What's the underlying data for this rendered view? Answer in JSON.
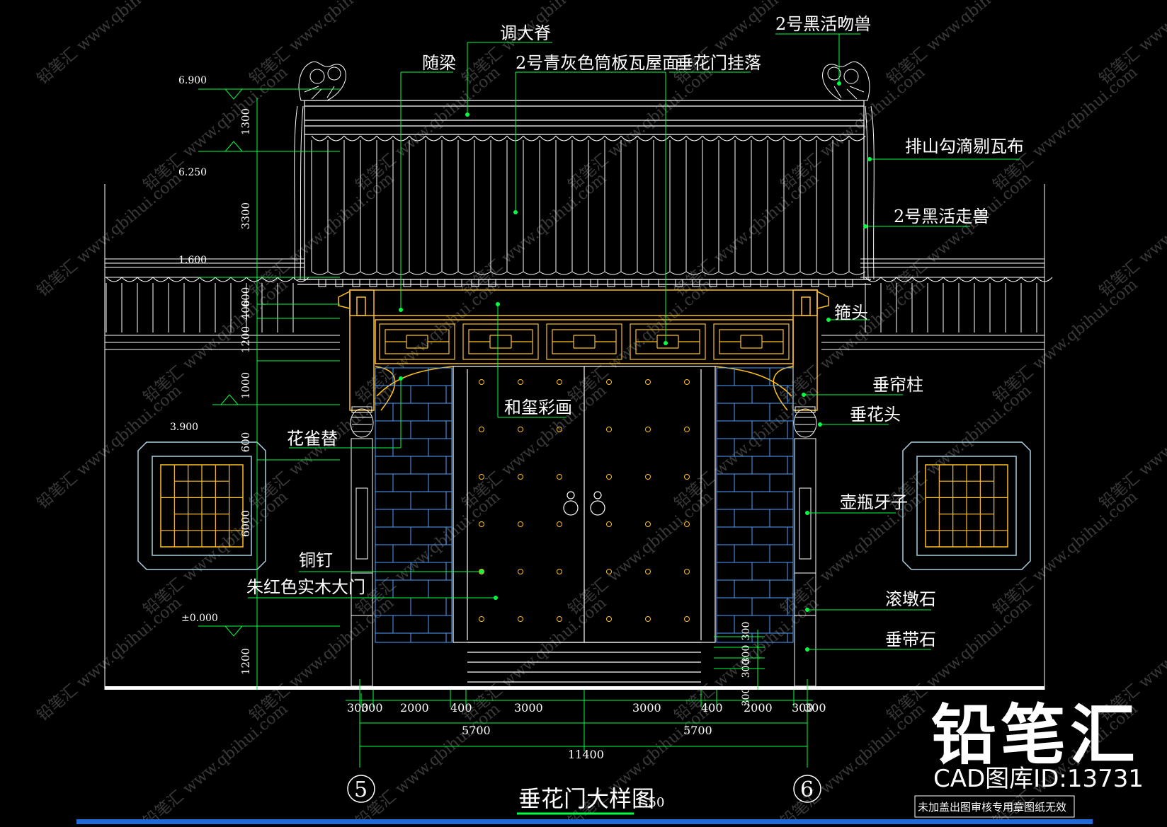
{
  "title": "垂花门大样图",
  "title_scale": "1:50",
  "watermark": {
    "brand": "铅笔汇",
    "id_text": "CAD图库ID:13731",
    "footer_note": "未加盖出图审核专用章图纸无效",
    "tile_cn": "铅笔汇",
    "tile_url": "www.qbihui.com"
  },
  "callouts": {
    "ridge": "调大脊",
    "beam": "随梁",
    "roof": "2号青灰色筒板瓦屋面",
    "hanging": "垂花门挂落",
    "beast_left": "2号黑活吻兽",
    "eave_tile": "排山勾滴剔瓦布",
    "walking_beast": "2号黑活走兽",
    "beam_head": "箍头",
    "post": "垂帘柱",
    "flower_head": "垂花头",
    "painting": "和玺彩画",
    "bracket": "花雀替",
    "vase": "壶瓶牙子",
    "nail": "铜钉",
    "door": "朱红色实木大门",
    "drum_stone": "滚墩石",
    "curb_stone": "垂带石"
  },
  "elevations": [
    "6.900",
    "6.250",
    "1.600",
    "3.900",
    "±0.000"
  ],
  "vertical_dims": [
    "1300",
    "3300",
    "600",
    "400",
    "1200",
    "1000",
    "600",
    "6000",
    "1200"
  ],
  "step_dims": [
    "300",
    "300",
    "300",
    "300"
  ],
  "bottom_dims_row1": [
    "300",
    "300",
    "2000",
    "400",
    "3000",
    "3000",
    "400",
    "2000",
    "300",
    "300"
  ],
  "bottom_dims_row2": [
    "5700",
    "5700"
  ],
  "bottom_dims_row3": [
    "11400"
  ],
  "axes": [
    "5",
    "6"
  ],
  "colors": {
    "background": "#000000",
    "lines": "#ffffff",
    "dim": "#00ff40",
    "wood": "#ffc020",
    "window": "#a8d0e0",
    "brick": "#50a0ff",
    "ground": "#ffffff",
    "bottom_bar": "#1e6ad8"
  }
}
